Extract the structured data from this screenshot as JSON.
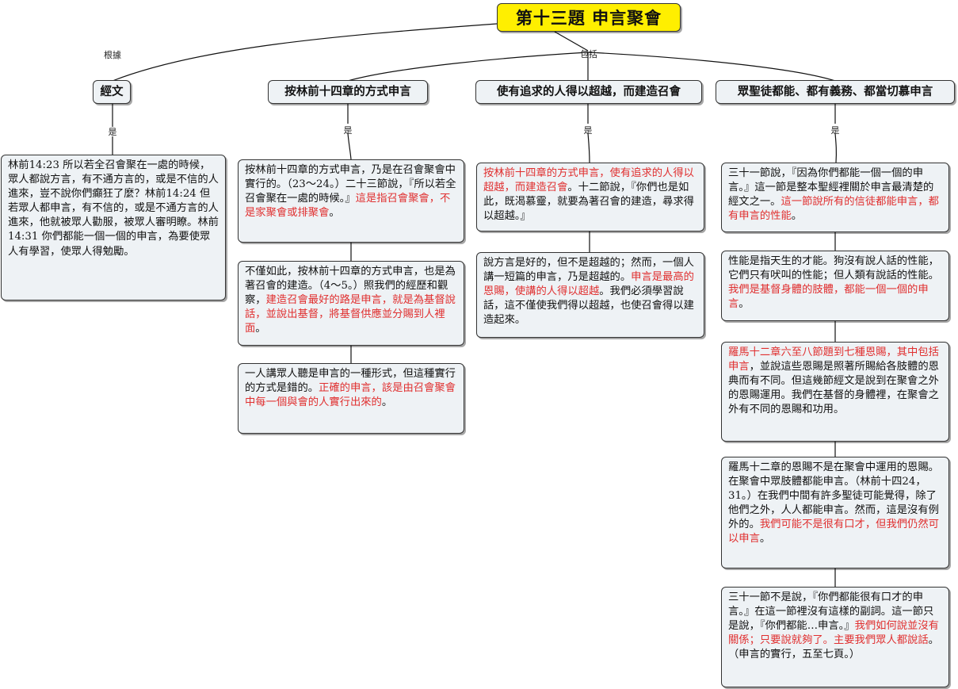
{
  "root": {
    "title": "第十三題  申言聚會"
  },
  "edge_labels": {
    "based_on": "根據",
    "includes": "包括",
    "is": "是"
  },
  "branches": [
    {
      "id": "scripture",
      "label": "經文"
    },
    {
      "id": "ch14",
      "label": "按林前十四章的方式申言"
    },
    {
      "id": "surpass",
      "label": "使有追求的人得以超越，而建造召會"
    },
    {
      "id": "all",
      "label": "眾聖徒都能、都有義務、都當切慕申言"
    }
  ],
  "notes": {
    "scripture": [
      {
        "segments": [
          {
            "text": "林前14:23  所以若全召會聚在一處的時候，眾人都說方言，有不通方言的，或是不信的人進來，豈不說你們癲狂了麼？林前14:24  但若眾人都申言，有不信的，或是不通方言的人進來，他就被眾人勸服，被眾人審明瞭。林前14:31  你們都能一個一個的申言，為要使眾人有學習，使眾人得勉勵。",
            "red": false
          }
        ]
      }
    ],
    "ch14": [
      {
        "segments": [
          {
            "text": "按林前十四章的方式申言，乃是在召會聚會中實行的。（23～24。）二十三節說，『所以若全召會聚在一處的時候。』",
            "red": false
          },
          {
            "text": "這是指召會聚會，不是家聚會或排聚會",
            "red": true
          },
          {
            "text": "。",
            "red": false
          }
        ]
      },
      {
        "segments": [
          {
            "text": "不僅如此，按林前十四章的方式申言，也是為著召會的建造。（4～5。）照我們的經歷和觀察，",
            "red": false
          },
          {
            "text": "建造召會最好的路是申言，就是為基督說話，並說出基督，將基督供應並分賜到人裡面",
            "red": true
          },
          {
            "text": "。",
            "red": false
          }
        ]
      },
      {
        "segments": [
          {
            "text": "一人講眾人聽是申言的一種形式，但這種實行的方式是錯的。",
            "red": false
          },
          {
            "text": "正確的申言，該是由召會聚會中每一個與會的人實行出來的",
            "red": true
          },
          {
            "text": "。",
            "red": false
          }
        ]
      }
    ],
    "surpass": [
      {
        "segments": [
          {
            "text": "按林前十四章的方式申言，使有追求的人得以超越，而建造召會",
            "red": true
          },
          {
            "text": "。十二節說，『你們也是如此，既渴慕靈，就要為著召會的建造，尋求得以超越。』",
            "red": false
          }
        ]
      },
      {
        "segments": [
          {
            "text": "說方言是好的，但不是超越的；然而，一個人講一短篇的申言，乃是超越的。",
            "red": false
          },
          {
            "text": "申言是最高的恩賜，使講的人得以超越",
            "red": true
          },
          {
            "text": "。我們必須學習說話，這不僅使我們得以超越，也使召會得以建造起來。",
            "red": false
          }
        ]
      }
    ],
    "all": [
      {
        "segments": [
          {
            "text": "三十一節說，『因為你們都能一個一個的申言。』這一節是整本聖經裡關於申言最清楚的經文之一。",
            "red": false
          },
          {
            "text": "這一節說所有的信徒都能申言，都有申言的性能",
            "red": true
          },
          {
            "text": "。",
            "red": false
          }
        ]
      },
      {
        "segments": [
          {
            "text": "性能是指天生的才能。狗沒有說人話的性能，它們只有吠叫的性能；但人類有說話的性能。",
            "red": false
          },
          {
            "text": "我們是基督身體的肢體，都能一個一個的申言",
            "red": true
          },
          {
            "text": "。",
            "red": false
          }
        ]
      },
      {
        "segments": [
          {
            "text": "羅馬十二章六至八節題到七種恩賜，其中包括申言",
            "red": true
          },
          {
            "text": "，並說這些恩賜是照著所賜給各肢體的恩典而有不同。但這幾節經文是說到在聚會之外的恩賜運用。我們在基督的身體裡，在聚會之外有不同的恩賜和功用。",
            "red": false
          }
        ]
      },
      {
        "segments": [
          {
            "text": "羅馬十二章的恩賜不是在聚會中運用的恩賜。在聚會中眾肢體都能申言。（林前十四24，31。）在我們中間有許多聖徒可能覺得，除了他們之外，人人都能申言。然而，這是沒有例外的。",
            "red": false
          },
          {
            "text": "我們可能不是很有口才，但我們仍然可以申言",
            "red": true
          },
          {
            "text": "。",
            "red": false
          }
        ]
      },
      {
        "segments": [
          {
            "text": "三十一節不是說，『你們都能很有口才的申言。』在這一節裡沒有這樣的副詞。這一節只是說，『你們都能…申言。』",
            "red": false
          },
          {
            "text": "我們如何說並沒有關係；只要說就夠了。主要我們眾人都說話",
            "red": true
          },
          {
            "text": "。（申言的實行，五至七頁。）",
            "red": false
          }
        ]
      }
    ]
  }
}
